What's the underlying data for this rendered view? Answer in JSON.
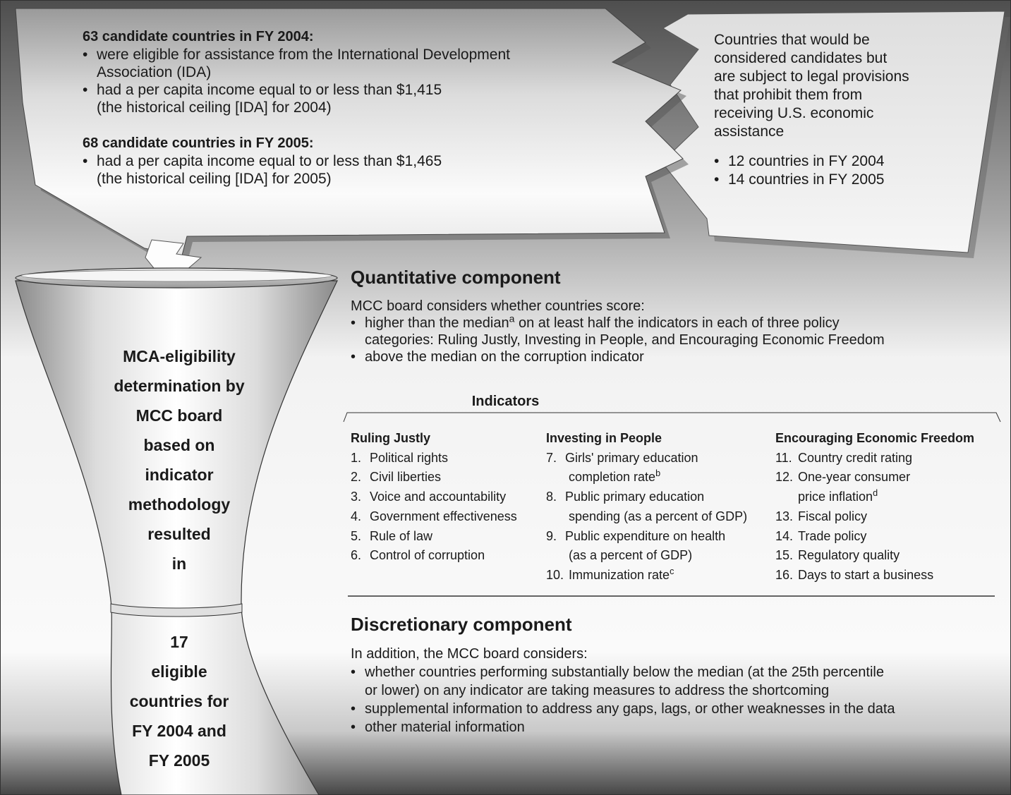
{
  "left_bubble": {
    "fy2004_heading": "63 candidate countries in FY 2004:",
    "fy2004_bullets": [
      [
        "were eligible for assistance from the International Development",
        "Association (IDA)"
      ],
      [
        "had a per capita income equal to or less than $1,415",
        "(the historical ceiling [IDA] for 2004)"
      ]
    ],
    "fy2005_heading": "68 candidate countries in FY 2005:",
    "fy2005_bullets": [
      [
        "had a per capita income equal to or less than $1,465",
        "(the historical ceiling [IDA] for 2005)"
      ]
    ]
  },
  "right_bubble": {
    "text_lines": [
      "Countries that would be",
      "considered candidates but",
      "are subject to legal provisions",
      "that prohibit them from",
      "receiving U.S. economic",
      "assistance"
    ],
    "bullets": [
      "12 countries in FY 2004",
      "14 countries in FY 2005"
    ]
  },
  "funnel": {
    "top_lines": [
      "MCA-eligibility",
      "determination by",
      "MCC board",
      "based on",
      "indicator",
      "methodology",
      "resulted",
      "in"
    ],
    "bottom_lines": [
      "17",
      "eligible",
      "countries for",
      "FY 2004 and",
      "FY 2005"
    ]
  },
  "quantitative": {
    "title": "Quantitative component",
    "intro": "MCC board considers whether countries score:",
    "bullet1_pre": "higher than the median",
    "bullet1_sup": "a",
    "bullet1_post": " on at least half the indicators in each of three policy",
    "bullet1_line2": "categories: Ruling Justly, Investing in People, and Encouraging Economic Freedom",
    "bullet2": "above the median on the corruption indicator"
  },
  "indicators": {
    "title": "Indicators",
    "ruling_justly": {
      "heading": "Ruling Justly",
      "items": [
        {
          "num": "1.",
          "text": "Political rights"
        },
        {
          "num": "2.",
          "text": "Civil liberties"
        },
        {
          "num": "3.",
          "text": "Voice and accountability"
        },
        {
          "num": "4.",
          "text": "Government effectiveness"
        },
        {
          "num": "5.",
          "text": "Rule of law"
        },
        {
          "num": "6.",
          "text": "Control of corruption"
        }
      ]
    },
    "investing_in_people": {
      "heading": "Investing in People",
      "items": [
        {
          "num": "7.",
          "line1": "Girls' primary education",
          "line2": "completion rate",
          "sup": "b"
        },
        {
          "num": "8.",
          "line1": "Public primary education",
          "line2": "spending (as a percent of GDP)",
          "sup": ""
        },
        {
          "num": "9.",
          "line1": "Public expenditure on health",
          "line2": "(as a percent of GDP)",
          "sup": ""
        },
        {
          "num": "10.",
          "line1": "Immunization rate",
          "sup": "c"
        }
      ]
    },
    "economic_freedom": {
      "heading": "Encouraging Economic Freedom",
      "items": [
        {
          "num": "11.",
          "text": "Country credit rating"
        },
        {
          "num": "12.",
          "line1": "One-year consumer",
          "line2": "price inflation",
          "sup": "d"
        },
        {
          "num": "13.",
          "text": "Fiscal policy"
        },
        {
          "num": "14.",
          "text": "Trade policy"
        },
        {
          "num": "15.",
          "text": "Regulatory quality"
        },
        {
          "num": "16.",
          "text": "Days to start a business"
        }
      ]
    }
  },
  "discretionary": {
    "title": "Discretionary component",
    "intro": "In addition, the MCC board considers:",
    "bullets": [
      [
        "whether countries performing substantially below the median (at the 25th percentile",
        "or lower) on any indicator are taking measures to address the shortcoming"
      ],
      [
        "supplemental information to address any gaps, lags, or other weaknesses in the data"
      ],
      [
        "other material information"
      ]
    ]
  }
}
